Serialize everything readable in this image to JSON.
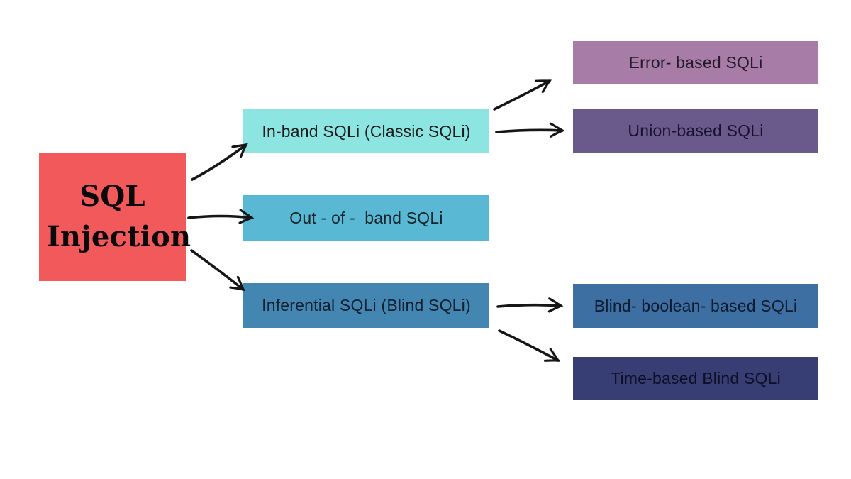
{
  "canvas": {
    "background": "#ffffff"
  },
  "arrows": {
    "color": "#161616"
  },
  "nodes": {
    "root": {
      "label": "SQL Injection",
      "bg": "#f2595b",
      "text": "#0a0a0a"
    },
    "in_band": {
      "label": "In-band SQLi (Classic SQLi)",
      "bg": "#8ce5e1",
      "text": "#1d1d1d"
    },
    "out_of_band": {
      "label": "Out - of -  band SQLi",
      "bg": "#59b8d3",
      "text": "#16242c"
    },
    "inferential": {
      "label": "Inferential SQLi (Blind SQLi)",
      "bg": "#4486b2",
      "text": "#10202e"
    },
    "error_based": {
      "label": "Error- based SQLi",
      "bg": "#a77ca7",
      "text": "#231a2b"
    },
    "union_based": {
      "label": "Union-based SQLi",
      "bg": "#6a5a8b",
      "text": "#181130"
    },
    "blind_boolean": {
      "label": "Blind- boolean- based SQLi",
      "bg": "#3e6fa3",
      "text": "#0d1b2e"
    },
    "time_based": {
      "label": "Time-based Blind SQLi",
      "bg": "#373e73",
      "text": "#0c0f26"
    }
  },
  "edges": [
    {
      "from": "root",
      "to": "in_band"
    },
    {
      "from": "root",
      "to": "out_of_band"
    },
    {
      "from": "root",
      "to": "inferential"
    },
    {
      "from": "in_band",
      "to": "error_based"
    },
    {
      "from": "in_band",
      "to": "union_based"
    },
    {
      "from": "inferential",
      "to": "blind_boolean"
    },
    {
      "from": "inferential",
      "to": "time_based"
    }
  ]
}
